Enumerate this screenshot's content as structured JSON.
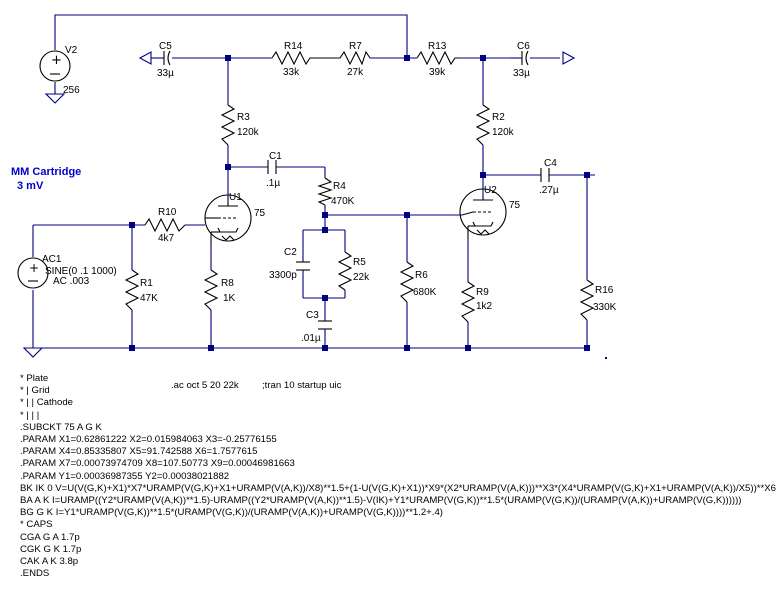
{
  "title": {
    "line1": "MM Cartridge",
    "line2": "3 mV"
  },
  "components": {
    "V2": {
      "name": "V2",
      "value": "256"
    },
    "AC1": {
      "name": "AC1",
      "value1": "SINE(0 .1 1000)",
      "value2": "AC .003"
    },
    "C5": {
      "name": "C5",
      "value": "33µ"
    },
    "C6": {
      "name": "C6",
      "value": "33µ"
    },
    "R14": {
      "name": "R14",
      "value": "33k"
    },
    "R7": {
      "name": "R7",
      "value": "27k"
    },
    "R13": {
      "name": "R13",
      "value": "39k"
    },
    "R3": {
      "name": "R3",
      "value": "120k"
    },
    "R2": {
      "name": "R2",
      "value": "120k"
    },
    "C1": {
      "name": "C1",
      "value": ".1µ"
    },
    "C4": {
      "name": "C4",
      "value": ".27µ"
    },
    "U1": {
      "name": "U1",
      "model": "75"
    },
    "U2": {
      "name": "U2",
      "model": "75"
    },
    "R10": {
      "name": "R10",
      "value": "4k7"
    },
    "R4": {
      "name": "R4",
      "value": "470K"
    },
    "C2": {
      "name": "C2",
      "value": "3300p"
    },
    "R5": {
      "name": "R5",
      "value": "22k"
    },
    "C3": {
      "name": "C3",
      "value": ".01µ"
    },
    "R1": {
      "name": "R1",
      "value": "47K"
    },
    "R8": {
      "name": "R8",
      "value": "1K"
    },
    "R6": {
      "name": "R6",
      "value": "680K"
    },
    "R9": {
      "name": "R9",
      "value": "1k2"
    },
    "R16": {
      "name": "R16",
      "value": "330K"
    }
  },
  "directives": {
    "ac": ".ac oct 5 20 22k",
    "tran": ";tran 10 startup uic"
  },
  "netlist": [
    "* Plate",
    "* | Grid",
    "* | | Cathode",
    "* | | |",
    ".SUBCKT 75 A G K",
    ".PARAM X1=0.62861222 X2=0.015984063 X3=-0.25776155",
    ".PARAM X4=0.85335807 X5=91.742588 X6=1.7577615",
    ".PARAM X7=0.00073974709 X8=107.50773 X9=0.00046981663",
    ".PARAM Y1=0.00036987355 Y2=0.00038021882",
    "BK IK 0 V=U(V(G,K)+X1)*X7*URAMP(V(G,K)+X1+URAMP(V(A,K))/X8)**1.5+(1-U(V(G,K)+X1))*X9*(X2*URAMP(V(A,K)))**X3*(X4*URAMP(V(G,K)+X1+URAMP(V(A,K))/X5))**X6",
    "BA A K I=URAMP((Y2*URAMP(V(A,K))**1.5)-URAMP((Y2*URAMP(V(A,K))**1.5)-V(IK)+Y1*URAMP(V(G,K))**1.5*(URAMP(V(G,K))/(URAMP(V(A,K))+URAMP(V(G,K))))))",
    "BG G K I=Y1*URAMP(V(G,K))**1.5*(URAMP(V(G,K))/(URAMP(V(A,K))+URAMP(V(G,K))))**1.2+.4)",
    "* CAPS",
    "CGA G A 1.7p",
    "CGK G K 1.7p",
    "CAK A K 3.8p",
    ".ENDS"
  ]
}
